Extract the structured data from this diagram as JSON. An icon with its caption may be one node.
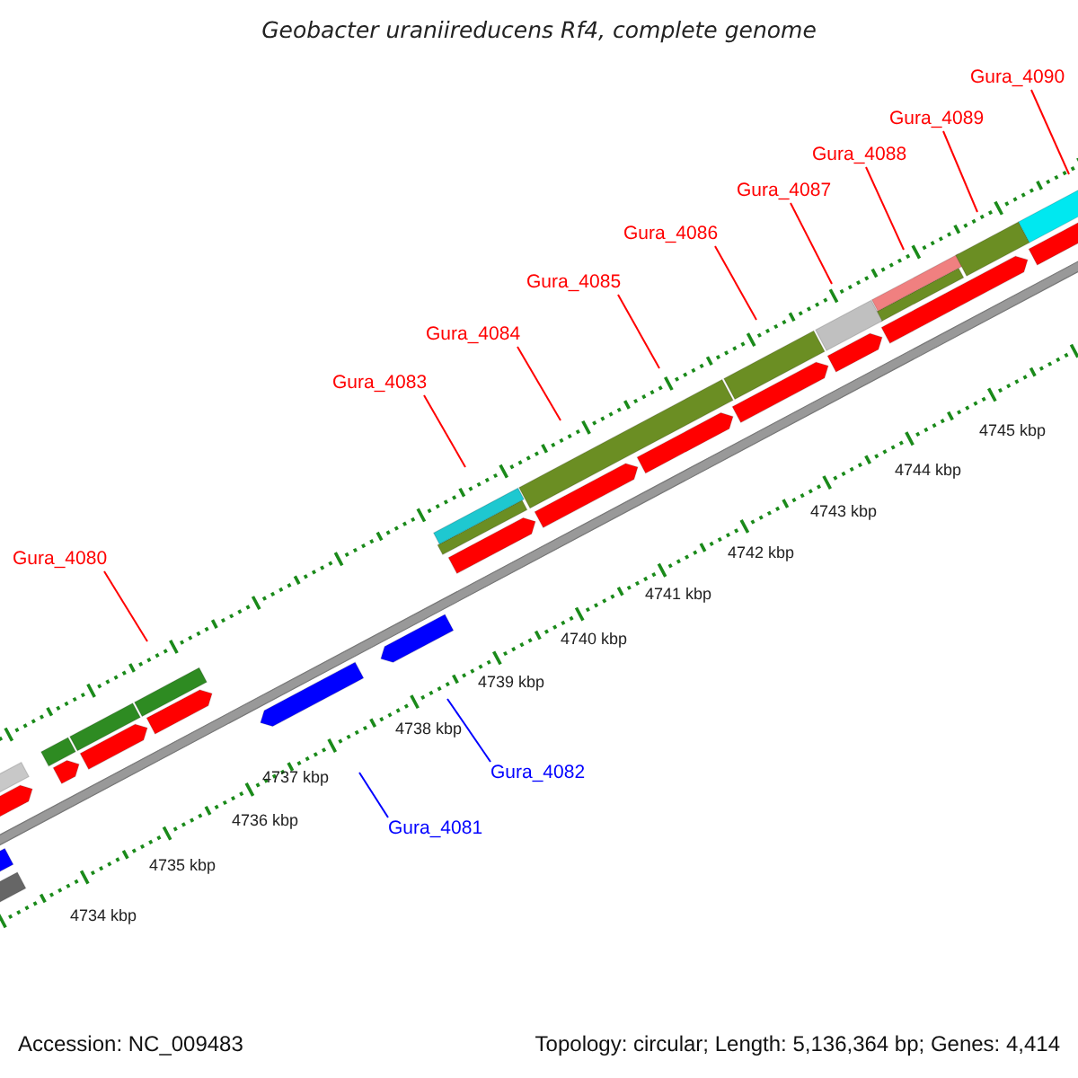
{
  "diagram": {
    "title": "Geobacter uraniireducens Rf4, complete genome",
    "nodes": [
      {
        "text": [
          "Gura_4090"
        ]
      },
      {
        "text": [
          "Gura_4089"
        ]
      },
      {
        "text": [
          "Gura_4088"
        ]
      },
      {
        "text": [
          "Gura_4087"
        ]
      },
      {
        "text": [
          "Gura_4086"
        ]
      },
      {
        "text": [
          "Gura_4085"
        ]
      },
      {
        "text": [
          "Gura_4084"
        ]
      },
      {
        "text": [
          "Gura_4083"
        ]
      },
      {
        "text": [
          "Gura_4080"
        ]
      },
      {
        "text": [
          "Gura_4082"
        ]
      },
      {
        "text": [
          "Gura_4081"
        ]
      }
    ],
    "edges": [
      {
        "from": 0,
        "to": null,
        "arrow": "none"
      },
      {
        "from": 1,
        "to": null,
        "arrow": "none"
      },
      {
        "from": 2,
        "to": null,
        "arrow": "none"
      },
      {
        "from": 3,
        "to": null,
        "arrow": "none"
      },
      {
        "from": 4,
        "to": null,
        "arrow": "none"
      },
      {
        "from": 5,
        "to": null,
        "arrow": "none"
      },
      {
        "from": 6,
        "to": null,
        "arrow": "none"
      },
      {
        "from": 7,
        "to": null,
        "arrow": "none"
      },
      {
        "from": 8,
        "to": null,
        "arrow": "none"
      },
      {
        "from": 9,
        "to": null,
        "arrow": "none",
        "color": "#0000ff"
      },
      {
        "from": 10,
        "to": null,
        "arrow": "none",
        "color": "#0000ff"
      }
    ],
    "labels": [
      "4745 kbp",
      "4744 kbp",
      "4743 kbp",
      "4742 kbp",
      "4741 kbp",
      "4740 kbp",
      "4739 kbp",
      "4738 kbp",
      "4737 kbp",
      "4736 kbp",
      "4735 kbp",
      "4734 kbp",
      "Accession: NC_009483",
      "Topology: circular; Length: 5,136,364 bp; Genes: 4,414"
    ]
  }
}
